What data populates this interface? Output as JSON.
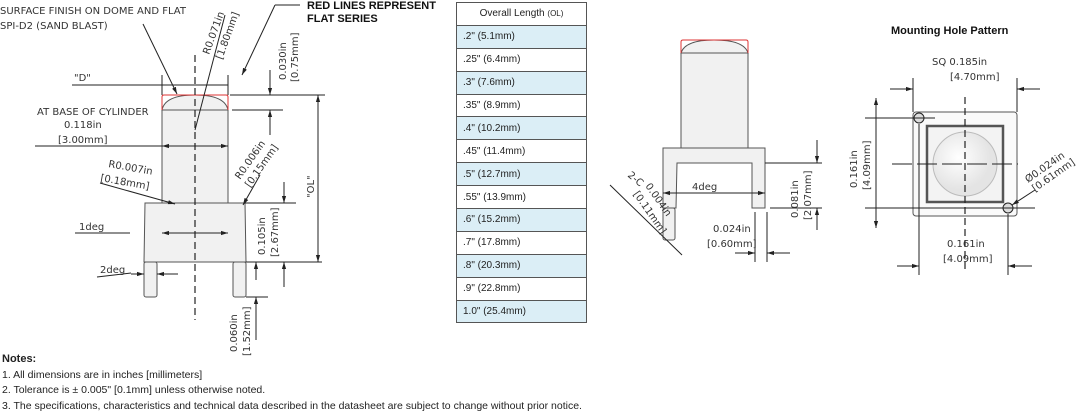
{
  "left_view": {
    "surface_note_1": "SURFACE FINISH ON DOME AND FLAT",
    "surface_note_2": "SPI-D2 (SAND BLAST)",
    "red_note_1": "RED LINES REPRESENT",
    "red_note_2": "FLAT SERIES",
    "dome_radius_in": "R0.071in",
    "dome_radius_mm": "[1.80mm]",
    "d_label": "\"D\"",
    "base_note": "AT BASE OF CYLINDER",
    "diameter_in": "0.118in",
    "diameter_mm": "[3.00mm]",
    "dome_height_in": "0.030in",
    "dome_height_mm": "[0.75mm]",
    "fillet_left_in": "R0.007in",
    "fillet_left_mm": "[0.18mm]",
    "fillet_right_in": "R0.006in",
    "fillet_right_mm": "[0.15mm]",
    "ol_label": "\"OL\"",
    "draft_1": "1deg",
    "draft_2": "2deg",
    "base_height_in": "0.105in",
    "base_height_mm": "[2.67mm]",
    "pin_length_in": "0.060in",
    "pin_length_mm": "[1.52mm]"
  },
  "table": {
    "header": "Overall Length",
    "header_suffix": "(OL)",
    "rows": [
      ".2\" (5.1mm)",
      ".25\" (6.4mm)",
      ".3\" (7.6mm)",
      ".35\" (8.9mm)",
      ".4\" (10.2mm)",
      ".45\" (11.4mm)",
      ".5\" (12.7mm)",
      ".55\" (13.9mm)",
      ".6\" (15.2mm)",
      ".7\" (17.8mm)",
      ".8\" (20.3mm)",
      ".9\" (22.8mm)",
      "1.0\" (25.4mm)"
    ]
  },
  "side_view": {
    "chamfer_label": "2-C",
    "chamfer_in": "0.004in",
    "chamfer_mm": "[0.11mm]",
    "draft": "4deg",
    "height_in": "0.081in",
    "height_mm": "[2.07mm]",
    "pin_in": "0.024in",
    "pin_mm": "[0.60mm]"
  },
  "mounting": {
    "title": "Mounting Hole Pattern",
    "sq_in": "SQ  0.185in",
    "sq_mm": "[4.70mm]",
    "vert_in": "0.161in",
    "vert_mm": "[4.09mm]",
    "hole_in": "Ø0.024in",
    "hole_mm": "[0.61mm]",
    "horiz_in": "0.161in",
    "horiz_mm": "[4.09mm]"
  },
  "notes": {
    "title": "Notes:",
    "items": [
      "1. All dimensions are in inches [millimeters]",
      "2. Tolerance is ± 0.005\" [0.1mm] unless otherwise noted.",
      "3. The specifications, characteristics and technical data described in the datasheet are subject to change without prior notice."
    ]
  },
  "colors": {
    "flat_series_lines": "#dd3333",
    "table_stripe": "#dbeef6"
  }
}
